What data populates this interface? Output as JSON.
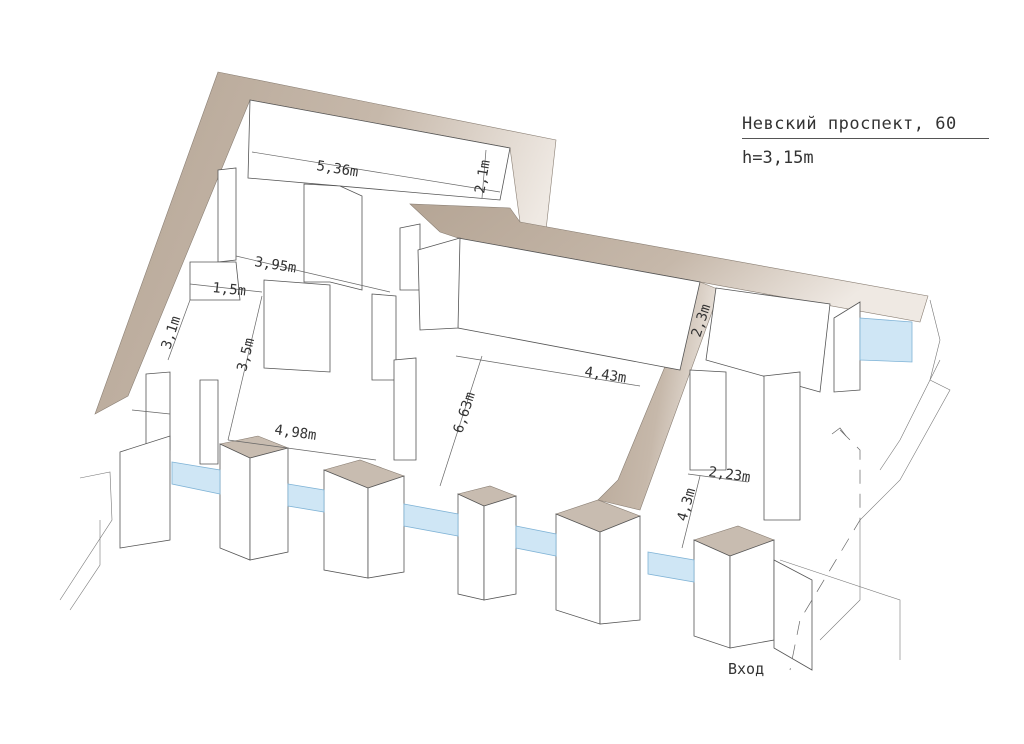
{
  "header": {
    "title": "Невский проспект, 60",
    "height": "h=3,15m"
  },
  "dimensions": {
    "d1": "5,36m",
    "d2": "2,1m",
    "d3": "3,95m",
    "d4": "1,5m",
    "d5": "3,1m",
    "d6": "3,5m",
    "d7": "4,98m",
    "d8": "6,63m",
    "d9": "4,43m",
    "d10": "2,3m",
    "d11": "2,23m",
    "d12": "4,3m"
  },
  "entrance_label": "Вход",
  "colors": {
    "wall_light": "#ede6df",
    "wall_dark": "#b5a595",
    "glass": "#cfe6f5"
  }
}
